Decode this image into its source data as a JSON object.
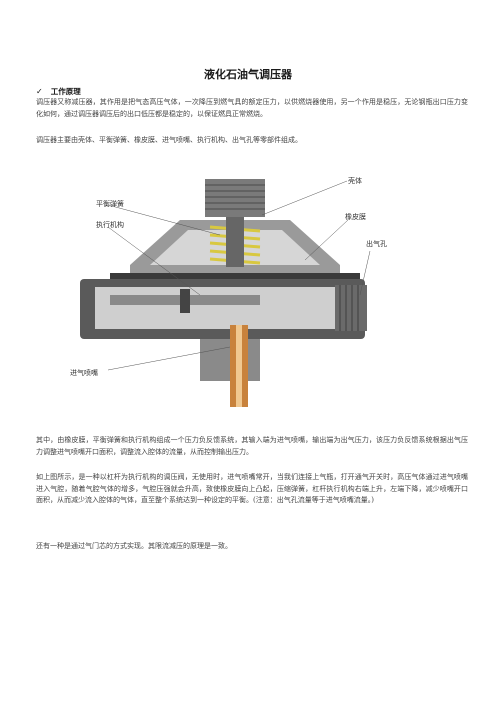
{
  "doc": {
    "title": "液化石油气调压器",
    "section_heading": "工作原理",
    "para1": "调压器又称减压器，其作用是把气态高压气体，一次降压到燃气具的额定压力，以供燃烧器使用，另一个作用是稳压，无论钢瓶出口压力变化如何，通过调压器调压后的出口低压都是稳定的，以保证燃具正常燃烧。",
    "para2": "调压器主要由壳体、平衡弹簧、橡皮膜、进气喷嘴、执行机构、出气孔等零部件组成。",
    "para3": "其中，由橡皮膜，平衡弹簧和执行机构组成一个压力负反馈系统，其输入端为进气喷嘴，输出端为出气压力，该压力负反馈系统根据出气压力调整进气喷嘴开口面积，调整流入腔体的流量，从而控制输出压力。",
    "para4": "如上图所示，是一种以杠杆为执行机构的调压阀，无使用时，进气喷嘴常开，当我们连接上气瓶，打开通气开关时，高压气体通过进气喷嘴进入气腔，随着气腔气体的增多，气腔压强就会升高，致使橡皮膜向上凸起，压缩弹簧，杠杆执行机构右端上升，左端下降，减少喷嘴开口面积，从而减少流入腔体的气体，直至整个系统达到一种设定的平衡。(注意：出气孔流量等于进气喷嘴流量。)",
    "para5": "还有一种是通过气门芯的方式实现。其限流减压的原理是一致。"
  },
  "diagram": {
    "labels": {
      "shell": "壳体",
      "balance_spring": "平衡弹簧",
      "actuator": "执行机构",
      "diaphragm": "橡皮膜",
      "outlet": "出气孔",
      "inlet_nozzle": "进气喷嘴"
    }
  },
  "icons": {
    "heading_mark": "check-icon"
  },
  "colors": {
    "metal_dark": "#5a5a5a",
    "metal_light": "#cfcfcf",
    "spring": "#d8c840",
    "brass": "#c8823c"
  }
}
